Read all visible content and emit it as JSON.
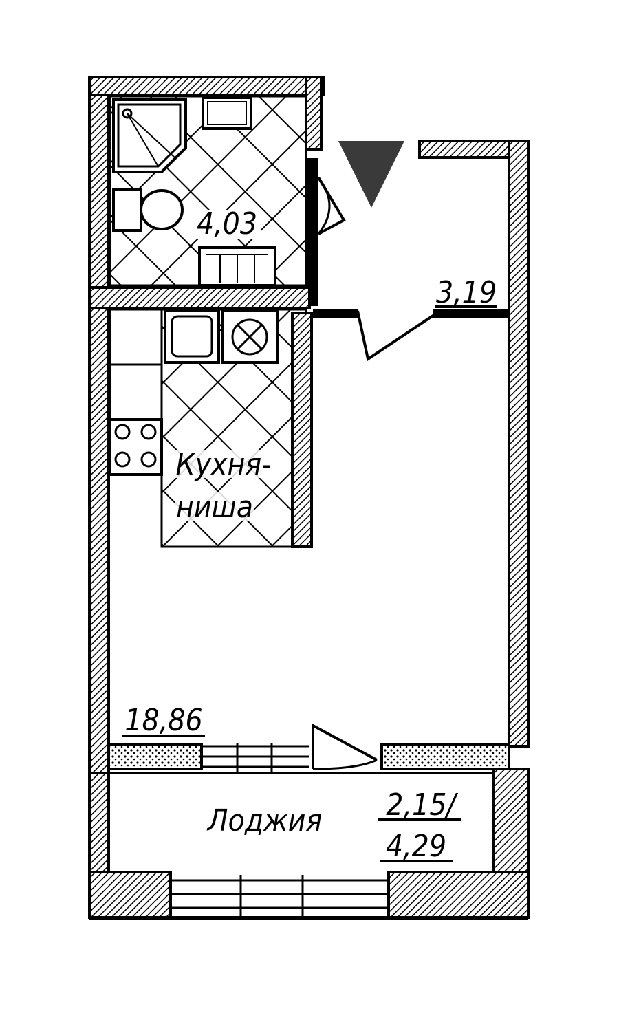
{
  "rooms": {
    "bathroom": {
      "area": "4,03"
    },
    "hallway": {
      "area": "3,19"
    },
    "kitchen": {
      "name_line1": "Кухня-",
      "name_line2": "ниша"
    },
    "living": {
      "area": "18,86"
    },
    "loggia": {
      "name": "Лоджия",
      "area_line1": "2,15/",
      "area_line2": "4,29"
    }
  },
  "colors": {
    "ink": "#000000",
    "background": "#ffffff",
    "entrance_marker": "#3a3a3a"
  }
}
